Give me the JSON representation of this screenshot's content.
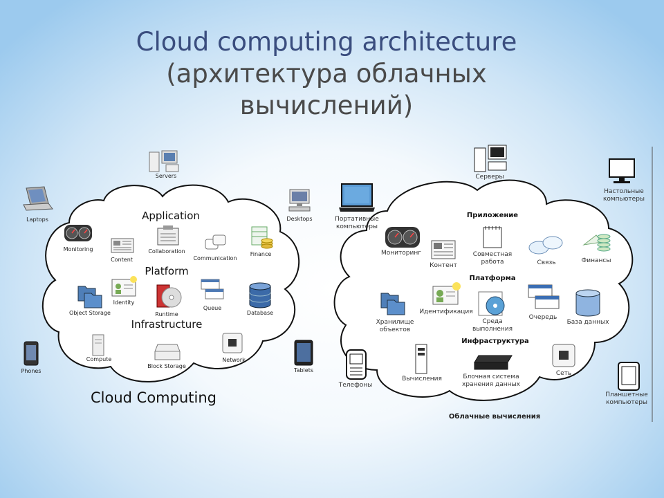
{
  "title": {
    "line1": "Cloud computing architecture",
    "line2": "(архитектура облачных",
    "line3": "вычислений)"
  },
  "left": {
    "caption": "Cloud Computing",
    "sections": {
      "application": "Application",
      "platform": "Platform",
      "infrastructure": "Infrastructure"
    },
    "services": {
      "monitoring": "Monitoring",
      "content": "Content",
      "collaboration": "Collaboration",
      "communication": "Communication",
      "finance": "Finance",
      "object_storage": "Object Storage",
      "identity": "Identity",
      "runtime": "Runtime",
      "queue": "Queue",
      "database": "Database",
      "compute": "Compute",
      "block_storage": "Block Storage",
      "network": "Network"
    },
    "clients": {
      "servers": "Servers",
      "laptops": "Laptops",
      "desktops": "Desktops",
      "phones": "Phones",
      "tablets": "Tablets"
    }
  },
  "right": {
    "caption": "Облачные вычисления",
    "sections": {
      "application": "Приложение",
      "platform": "Платформа",
      "infrastructure": "Инфраструктура"
    },
    "services": {
      "monitoring": "Мониторинг",
      "content": "Контент",
      "collaboration": "Совместная работа",
      "communication": "Связь",
      "finance": "Финансы",
      "object_storage": "Хранилище объектов",
      "identity": "Идентификация",
      "runtime": "Среда выполнения",
      "queue": "Очередь",
      "database": "База данных",
      "compute": "Вычисления",
      "block_storage": "Блочная система хранения данных",
      "network": "Сеть"
    },
    "clients": {
      "servers": "Серверы",
      "laptops": "Портативные компьютеры",
      "desktops": "Настольные компьютеры",
      "phones": "Телефоны",
      "tablets": "Планшетные компьютеры"
    }
  }
}
